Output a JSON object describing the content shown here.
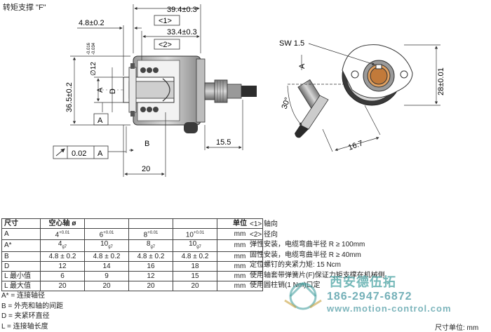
{
  "title": "转矩支撑 \"F\"",
  "dims": {
    "d39": "39.4±0.3",
    "tag1": "<1>",
    "d33": "33.4±0.3",
    "tag2": "<2>",
    "d48": "4.8±0.2",
    "d12": "∅12",
    "d12tol_top": "-0.016",
    "d12tol_bot": "-0.034",
    "d365": "36.5±0.2",
    "dD": "D",
    "dA_left": "A",
    "dA_box": "A",
    "dB": "B",
    "d155": "15.5",
    "d20": "20",
    "tol_val": "0.02",
    "tol_ref": "A",
    "sw": "SW 1.5",
    "a_right": "A",
    "d28": "28±0.01",
    "angle": "30°",
    "d167": "16.7"
  },
  "table": {
    "headers": [
      "尺寸",
      "空心轴 ø",
      "",
      "",
      "",
      "单位"
    ],
    "rows": [
      {
        "label": "A",
        "v1": "4",
        "s1": "+0.01",
        "v2": "6",
        "s2": "+0.01",
        "v3": "8",
        "s3": "+0.01",
        "v4": "10",
        "s4": "+0.01",
        "unit": "mm",
        "kind": "sup"
      },
      {
        "label": "A*",
        "v1": "4",
        "s1": "g7",
        "v2": "10",
        "s2": "g7",
        "v3": "8",
        "s3": "g7",
        "v4": "10",
        "s4": "g7",
        "unit": "mm",
        "kind": "sub"
      },
      {
        "label": "B",
        "v1": "4.8 ± 0.2",
        "v2": "4.8 ± 0.2",
        "v3": "4.8 ± 0.2",
        "v4": "4.8 ± 0.2",
        "unit": "mm"
      },
      {
        "label": "D",
        "v1": "12",
        "v2": "14",
        "v3": "16",
        "v4": "18",
        "unit": "mm"
      },
      {
        "label": "L 最小值",
        "v1": "6",
        "v2": "9",
        "v3": "12",
        "v4": "15",
        "unit": "mm"
      },
      {
        "label": "L 最大值",
        "v1": "20",
        "v2": "20",
        "v3": "20",
        "v4": "20",
        "unit": "mm"
      }
    ]
  },
  "footnotes": [
    "A* = 连接轴径",
    "B = 外壳和轴的间距",
    "D = 夹紧环直径",
    "L = 连接轴长度"
  ],
  "notes": [
    "<1> 轴向",
    "<2> 径向",
    "弹性安装，电缆弯曲半径 R ≥ 100mm",
    "固性安装，电缆弯曲半径 R ≥ 40mm",
    "定位螺钉的夹紧力矩: 15 Ncm",
    "使用轴套带弹簧片(F)保证力矩支撑在机械侧",
    "使用圆柱销(1 Nm)口定"
  ],
  "unit_footer": "尺寸单位: mm",
  "watermark": {
    "name": "西安德伍拓",
    "phone": "186-2947-6872",
    "url": "www.motion-control.com"
  }
}
